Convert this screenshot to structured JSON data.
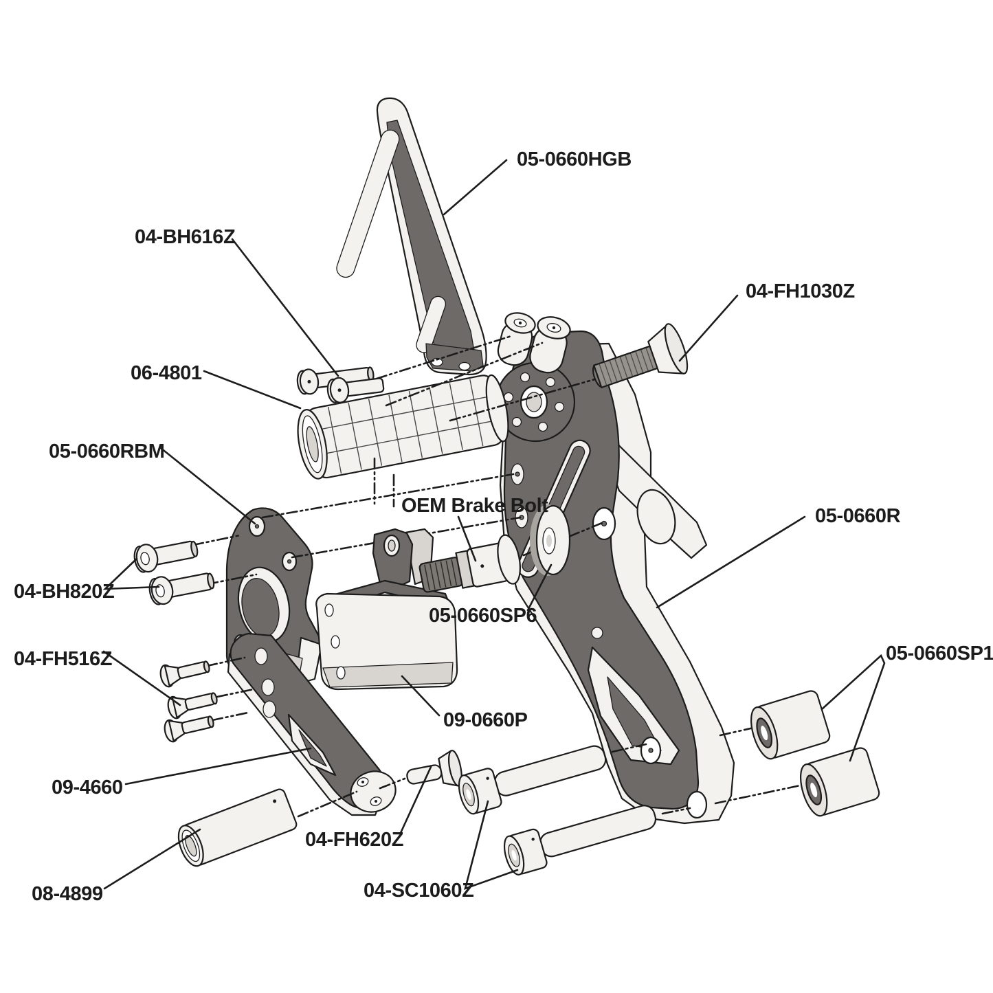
{
  "diagram": {
    "type": "exploded-parts-diagram",
    "background": "#ffffff",
    "colors": {
      "line": "#1c1c1c",
      "dark_face": "#6e6a67",
      "light_face": "#f4f2ef",
      "mid_face": "#d8d5d0",
      "thread": "#96938e"
    },
    "labels": [
      {
        "id": "hgb",
        "text": "05-0660HGB"
      },
      {
        "id": "bh616z",
        "text": "04-BH616Z"
      },
      {
        "id": "peg",
        "text": "06-4801"
      },
      {
        "id": "fh1030z",
        "text": "04-FH1030Z"
      },
      {
        "id": "rbm",
        "text": "05-0660RBM"
      },
      {
        "id": "bh820z",
        "text": "04-BH820Z"
      },
      {
        "id": "fh516z",
        "text": "04-FH516Z"
      },
      {
        "id": "rbracket",
        "text": "05-0660R"
      },
      {
        "id": "sp1",
        "text": "05-0660SP1"
      },
      {
        "id": "oem",
        "text": "OEM Brake Bolt"
      },
      {
        "id": "sp6",
        "text": "05-0660SP6"
      },
      {
        "id": "pmount",
        "text": "09-0660P"
      },
      {
        "id": "arm",
        "text": "09-4660"
      },
      {
        "id": "sleeve",
        "text": "08-4899"
      },
      {
        "id": "fh620z",
        "text": "04-FH620Z"
      },
      {
        "id": "sc1060z",
        "text": "04-SC1060Z"
      }
    ]
  }
}
